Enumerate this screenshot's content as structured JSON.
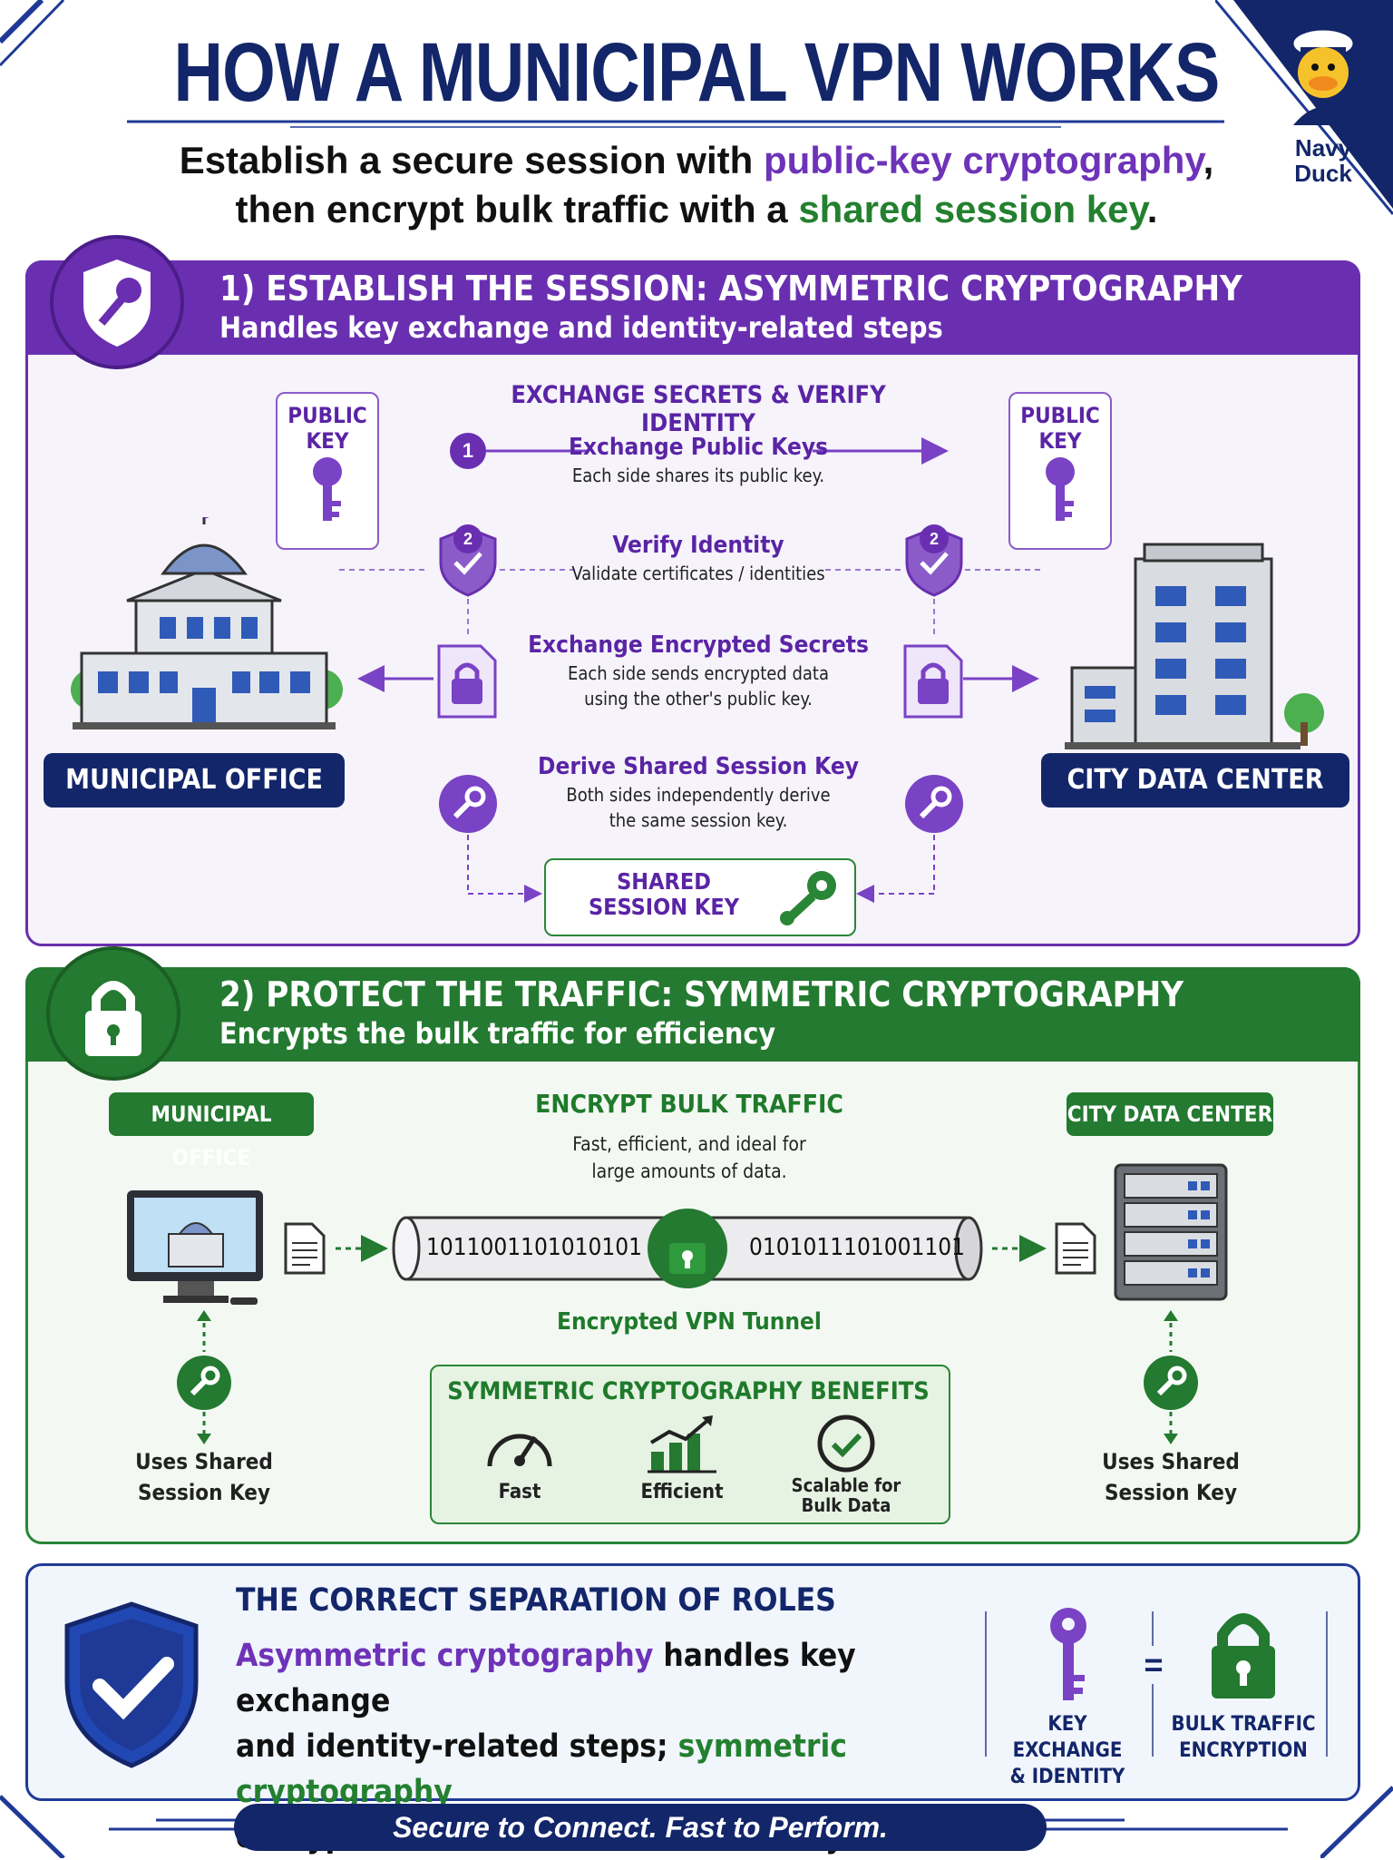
{
  "header": {
    "title": "HOW A MUNICIPAL VPN WORKS",
    "subtitle_line1_a": "Establish a secure session with ",
    "subtitle_line1_b": "public-key cryptography",
    "subtitle_line1_c": ",",
    "subtitle_line2_a": "then encrypt bulk traffic with a ",
    "subtitle_line2_b": "shared session key",
    "subtitle_line2_c": ".",
    "logo_text_1": "Navy",
    "logo_text_2": "Duck"
  },
  "section1": {
    "title": "1) ESTABLISH THE SESSION: ASYMMETRIC CRYPTOGRAPHY",
    "subtitle": "Handles key exchange and identity-related steps",
    "exchange_heading": "EXCHANGE SECRETS & VERIFY IDENTITY",
    "public_key_label_1": "PUBLIC",
    "public_key_label_2": "KEY",
    "step1_number": "1",
    "step1_title": "Exchange Public Keys",
    "step1_text": "Each side shares its public key.",
    "step2_number": "2",
    "step2_title": "Verify Identity",
    "step2_text": "Validate certificates / identities",
    "step3_title": "Exchange Encrypted Secrets",
    "step3_text_1": "Each side sends encrypted data",
    "step3_text_2": "using the other's public key.",
    "step4_title": "Derive Shared Session Key",
    "step4_text_1": "Both sides independently derive",
    "step4_text_2": "the same session key.",
    "shared_key_1": "SHARED",
    "shared_key_2": "SESSION KEY",
    "left_label": "MUNICIPAL OFFICE",
    "right_label": "CITY DATA CENTER"
  },
  "section2": {
    "title": "2) PROTECT THE TRAFFIC: SYMMETRIC CRYPTOGRAPHY",
    "subtitle": "Encrypts the bulk traffic for efficiency",
    "left_label": "MUNICIPAL OFFICE",
    "right_label": "CITY DATA CENTER",
    "encrypt_heading": "ENCRYPT BULK TRAFFIC",
    "encrypt_text_1": "Fast, efficient, and ideal for",
    "encrypt_text_2": "large amounts of data.",
    "bits_left": "1011001101010101",
    "bits_right": "0101011101001101",
    "tunnel_label": "Encrypted VPN Tunnel",
    "uses_key_1": "Uses Shared",
    "uses_key_2": "Session Key",
    "benefits_heading": "SYMMETRIC CRYPTOGRAPHY BENEFITS",
    "benefit_fast": "Fast",
    "benefit_efficient": "Efficient",
    "benefit_scalable_1": "Scalable for",
    "benefit_scalable_2": "Bulk Data"
  },
  "section3": {
    "heading": "THE CORRECT SEPARATION OF ROLES",
    "line1_a": "Asymmetric cryptography",
    "line1_b": " handles key exchange",
    "line2_a": "and identity-related steps; ",
    "line2_b": "symmetric cryptography",
    "line3": "encrypts the bulk traffic for efficiency.",
    "equals": "=",
    "left_caption_1": "KEY EXCHANGE",
    "left_caption_2": "& IDENTITY",
    "right_caption_1": "BULK TRAFFIC",
    "right_caption_2": "ENCRYPTION"
  },
  "footer": {
    "tagline": "Secure to Connect. Fast to Perform."
  },
  "colors": {
    "navy": "#13266a",
    "purple": "#6a2fb0",
    "green": "#237a30",
    "blue_panel": "#1f3a96"
  }
}
